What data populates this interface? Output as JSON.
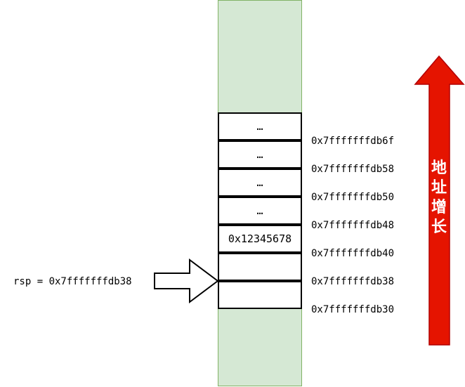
{
  "stack": {
    "cells": [
      {
        "content": "…"
      },
      {
        "content": "…"
      },
      {
        "content": "…"
      },
      {
        "content": "…"
      },
      {
        "content": "0x12345678"
      },
      {
        "content": ""
      },
      {
        "content": ""
      }
    ],
    "addresses": [
      "0x7fffffffdb6f",
      "0x7fffffffdb58",
      "0x7fffffffdb50",
      "0x7fffffffdb48",
      "0x7fffffffdb40",
      "0x7fffffffdb38",
      "0x7fffffffdb30"
    ]
  },
  "pointer": {
    "label": "rsp = 0x7fffffffdb38",
    "icon": "hollow-arrow-right-icon"
  },
  "growth_arrow": {
    "chars": [
      "地",
      "址",
      "增",
      "长"
    ],
    "icon": "arrow-up-icon",
    "fill_color": "#e51400",
    "stroke_color": "#b20000"
  },
  "colors": {
    "stack_fill": "#d5e8d4",
    "stack_border": "#82b366"
  }
}
